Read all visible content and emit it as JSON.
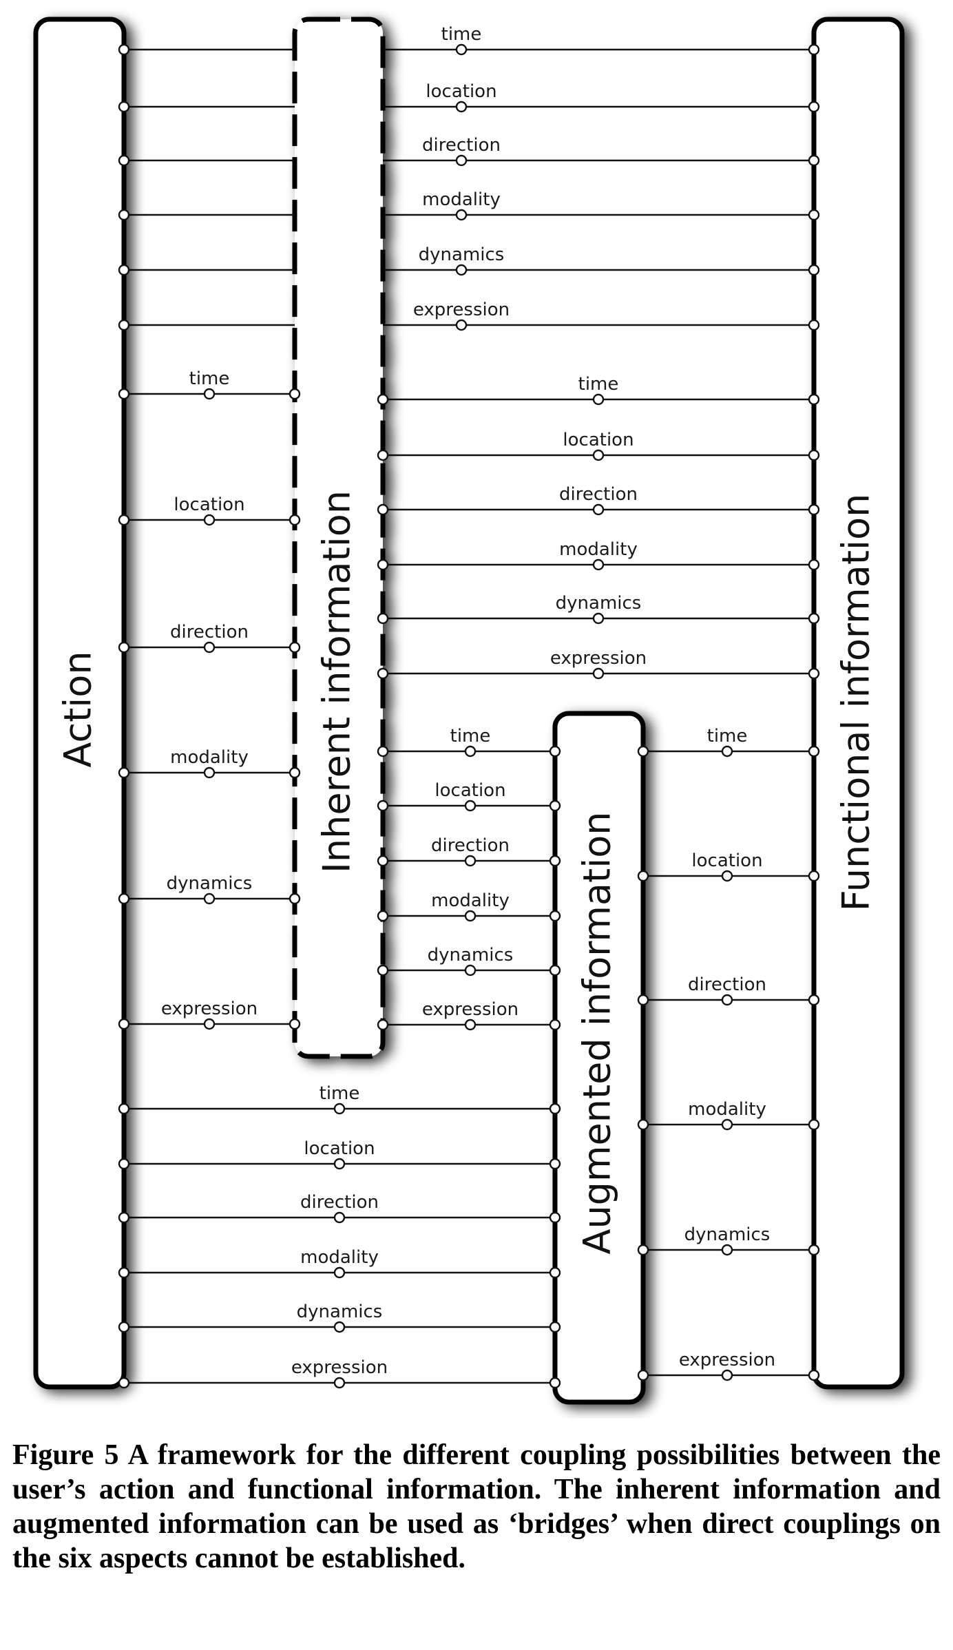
{
  "pills": {
    "action": "Action",
    "inherent": "Inherent information",
    "augmented": "Augmented information",
    "functional": "Functional information"
  },
  "aspects": [
    "time",
    "location",
    "direction",
    "modality",
    "dynamics",
    "expression"
  ],
  "caption": "Figure 5 A framework for the different coupling possibilities between the user’s action and functional information. The inherent information and augmented information can be used as ‘bridges’ when direct couplings on the six aspects cannot be established."
}
